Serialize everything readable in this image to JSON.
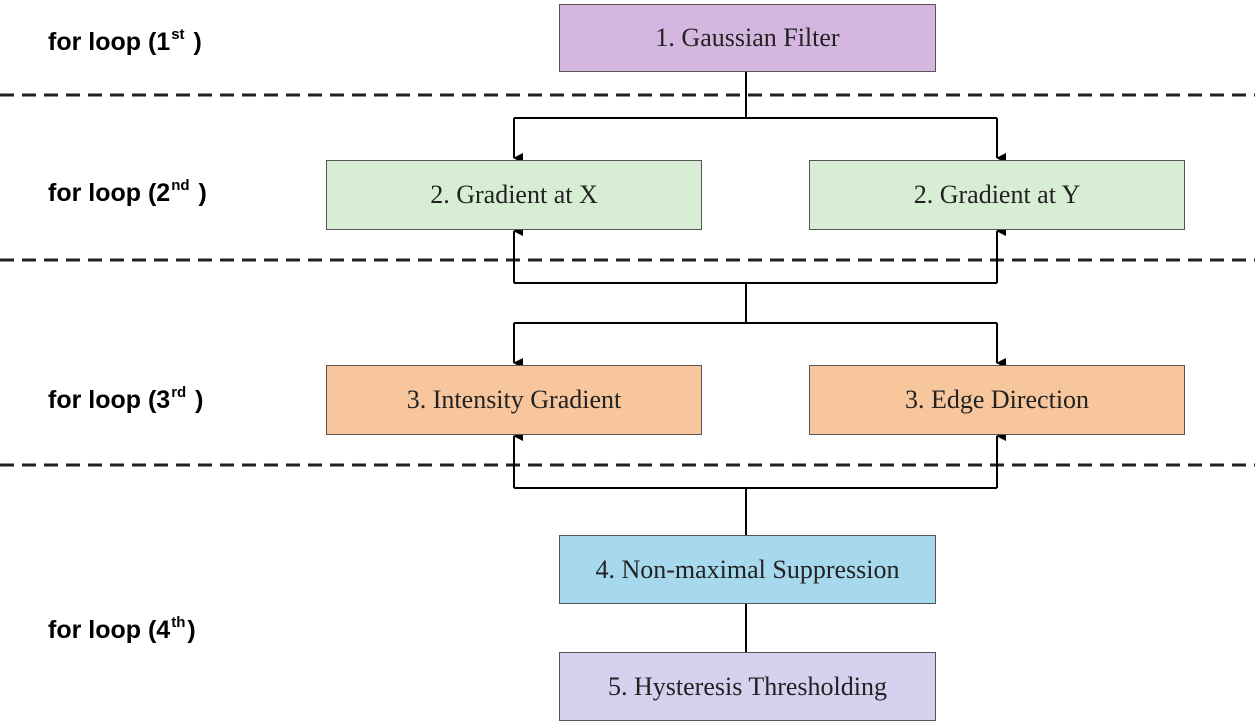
{
  "loops": [
    {
      "prefix": "for loop (1",
      "sup": "st",
      "suffix": " )"
    },
    {
      "prefix": "for loop (2",
      "sup": "nd",
      "suffix": " )"
    },
    {
      "prefix": "for loop (3",
      "sup": "rd",
      "suffix": " )"
    },
    {
      "prefix": "for loop (4",
      "sup": "th",
      "suffix": ")"
    }
  ],
  "boxes": {
    "gaussian": "1. Gaussian Filter",
    "gradient_x": "2. Gradient at X",
    "gradient_y": "2. Gradient at Y",
    "intensity": "3. Intensity Gradient",
    "edge": "3. Edge Direction",
    "nms": "4. Non-maximal Suppression",
    "hysteresis": "5. Hysteresis Thresholding"
  },
  "colors": {
    "gaussian": "#d4b7e0",
    "gradient": "#d8eed4",
    "stage3": "#f8c69c",
    "nms": "#a6d9ee",
    "hysteresis": "#d4d2ee"
  }
}
